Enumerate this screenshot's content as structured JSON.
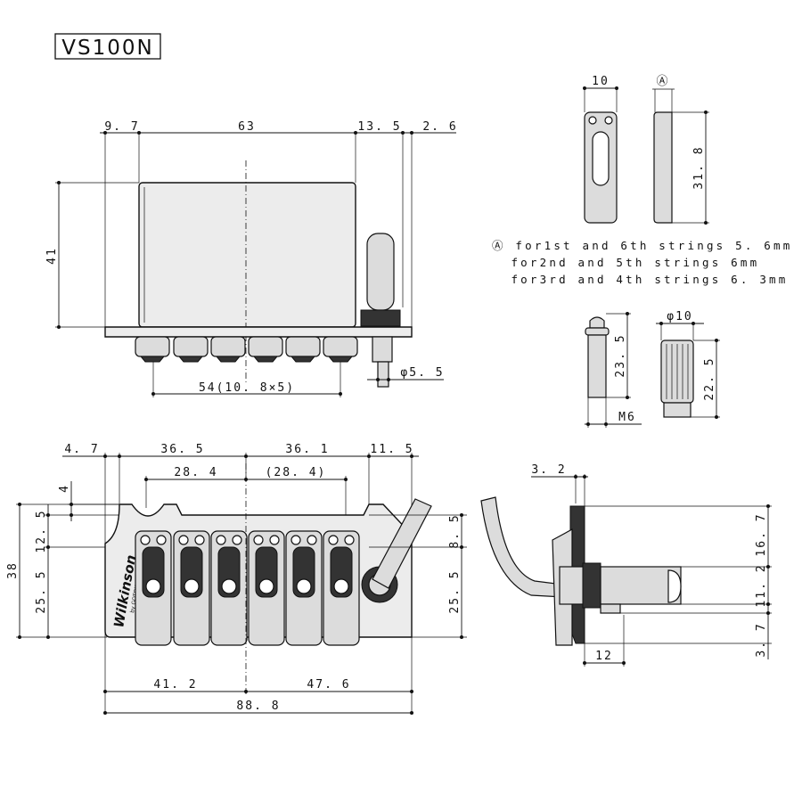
{
  "title": "VS100N",
  "top_view": {
    "dims": {
      "w1": "9. 7",
      "w2": "63",
      "w3": "13. 5",
      "w4": "2. 6",
      "height": "41",
      "spacing": "54(10. 8×5)",
      "post_dia": "φ5. 5"
    }
  },
  "saddle_detail": {
    "width": "10",
    "marker": "Ⓐ",
    "length": "31. 8"
  },
  "string_notes": [
    "Ⓐ for1st and 6th strings 5. 6mm",
    "  for2nd and 5th strings 6mm",
    "  for3rd and 4th strings 6. 3mm"
  ],
  "stud_detail": {
    "stud_len": "23. 5",
    "thread": "M6",
    "bush_dia": "φ10",
    "bush_len": "22. 5"
  },
  "front_view": {
    "dims": {
      "a": "4. 7",
      "b": "36. 5",
      "c": "36. 1",
      "d": "11. 5",
      "e": "28. 4",
      "f": "(28. 4)",
      "g": "4",
      "h": "12. 5",
      "i": "38",
      "j": "25. 5",
      "k": "8. 5",
      "l": "25. 5",
      "m": "41. 2",
      "n": "47. 6",
      "o": "88. 8"
    },
    "logo": "Wilkinson",
    "logo_sub": "by GOTOH"
  },
  "side_view": {
    "dims": {
      "a": "3. 2",
      "b": "16. 7",
      "c": "11. 2",
      "d": "3. 7",
      "e": "12"
    }
  }
}
